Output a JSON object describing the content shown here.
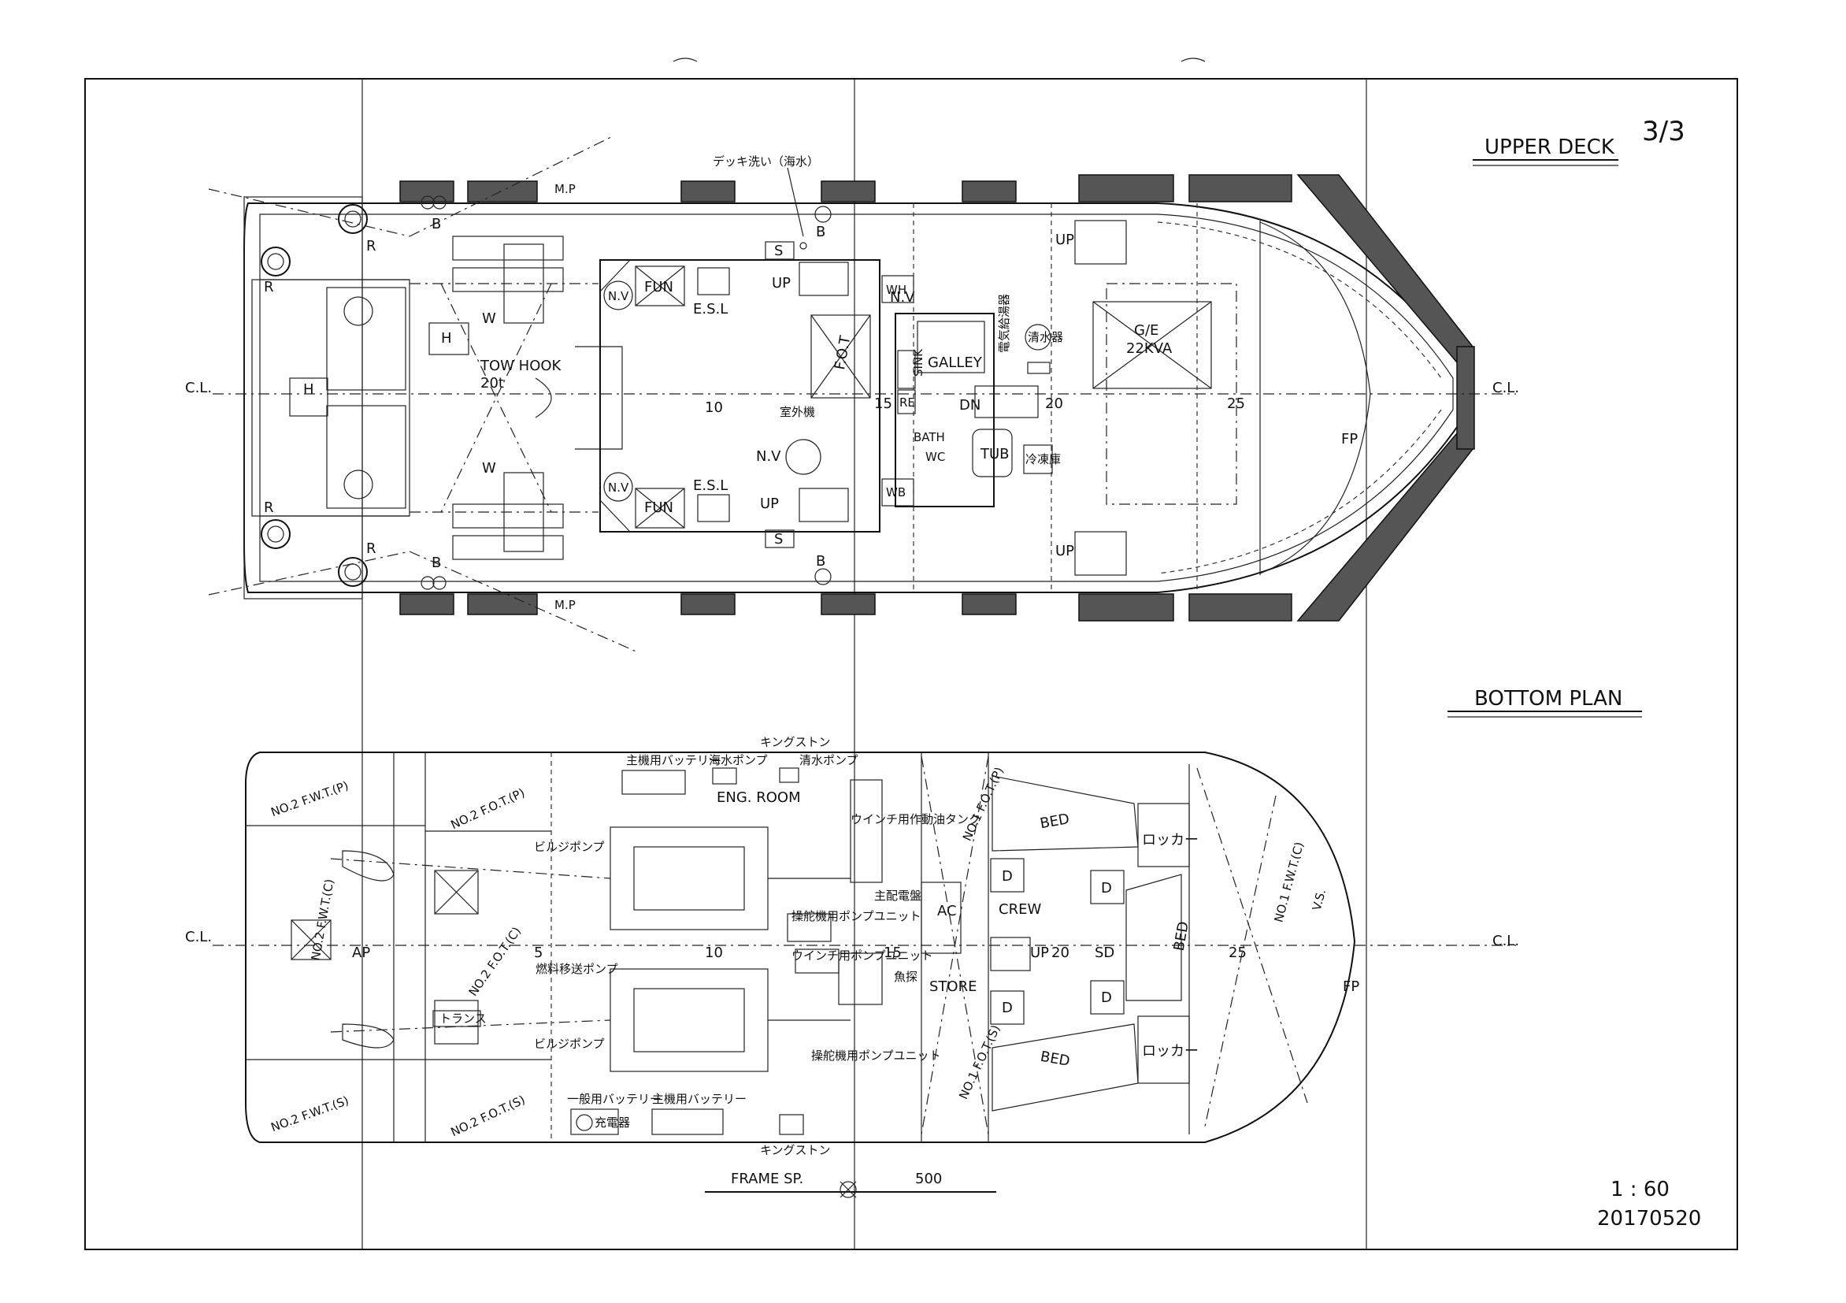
{
  "sheet": {
    "page": "3/3",
    "scale": "1 : 60",
    "date": "20170520"
  },
  "upper_deck": {
    "title": "UPPER DECK",
    "centerline": "C.L.",
    "frames": [
      "10",
      "15",
      "20",
      "25"
    ],
    "fp": "FP",
    "labels": {
      "deck_wash": "デッキ洗い（海水）",
      "mp": "M.P",
      "bollard": "B",
      "roller": "R",
      "winch": "W",
      "hatch": "H",
      "tow_hook": "TOW HOOK",
      "tow_hook_cap": "20t",
      "fun": "FUN",
      "esl": "E.S.L",
      "nv": "N.V",
      "up": "UP",
      "dn": "DN",
      "s": "S",
      "wh": "WH",
      "wb": "WB",
      "fot": "F.O.T",
      "galley": "GALLEY",
      "sink": "SINK",
      "re": "RE",
      "bath": "BATH",
      "wc": "WC",
      "tub": "TUB",
      "fridge": "冷凍庫",
      "outdoor_unit": "室外機",
      "fresh_water_tank": "清水器",
      "ge_line1": "G/E",
      "ge_line2": "22KVA",
      "hot_water": "電気給湯器"
    }
  },
  "bottom_plan": {
    "title": "BOTTOM PLAN",
    "centerline": "C.L.",
    "frames": [
      "5",
      "10",
      "15",
      "20",
      "25"
    ],
    "fp": "FP",
    "ap": "AP",
    "labels": {
      "no2_fwt_p": "NO.2 F.W.T.(P)",
      "no2_fwt_c": "NO.2 F.W.T.(C)",
      "no2_fwt_s": "NO.2 F.W.T.(S)",
      "no2_fot_p": "NO.2 F.O.T.(P)",
      "no2_fot_c": "NO.2 F.O.T.(C)",
      "no2_fot_s": "NO.2 F.O.T.(S)",
      "no1_fot_p": "NO.1 F.O.T.(P)",
      "no1_fot_s": "NO.1 F.O.T.(S)",
      "no1_fwt_c": "NO.1 F.W.T.(C)",
      "vs": "V.S.",
      "eng_room": "ENG. ROOM",
      "main_battery": "主機用バッテリー",
      "sw_pump": "海水ポンプ",
      "kingston": "キングストン",
      "fw_pump": "清水ポンプ",
      "winch_oil_tank": "ウインチ用作動油タンク",
      "bilge_pump": "ビルジポンプ",
      "fuel_transfer_pump": "燃料移送ポンプ",
      "trans": "トランス",
      "gen_battery": "一般用バッテリー",
      "charger": "充電器",
      "main_panel": "主配電盤",
      "steering_pump": "操舵機用ポンプユニット",
      "winch_pump": "ウインチ用ポンプユニット",
      "fish_finder": "魚探",
      "ac": "AC",
      "crew": "CREW",
      "store": "STORE",
      "bed": "BED",
      "locker": "ロッカー",
      "desk": "D",
      "up": "UP",
      "sd": "SD"
    }
  },
  "frame_scale": {
    "label": "FRAME SP.",
    "value": "500"
  }
}
